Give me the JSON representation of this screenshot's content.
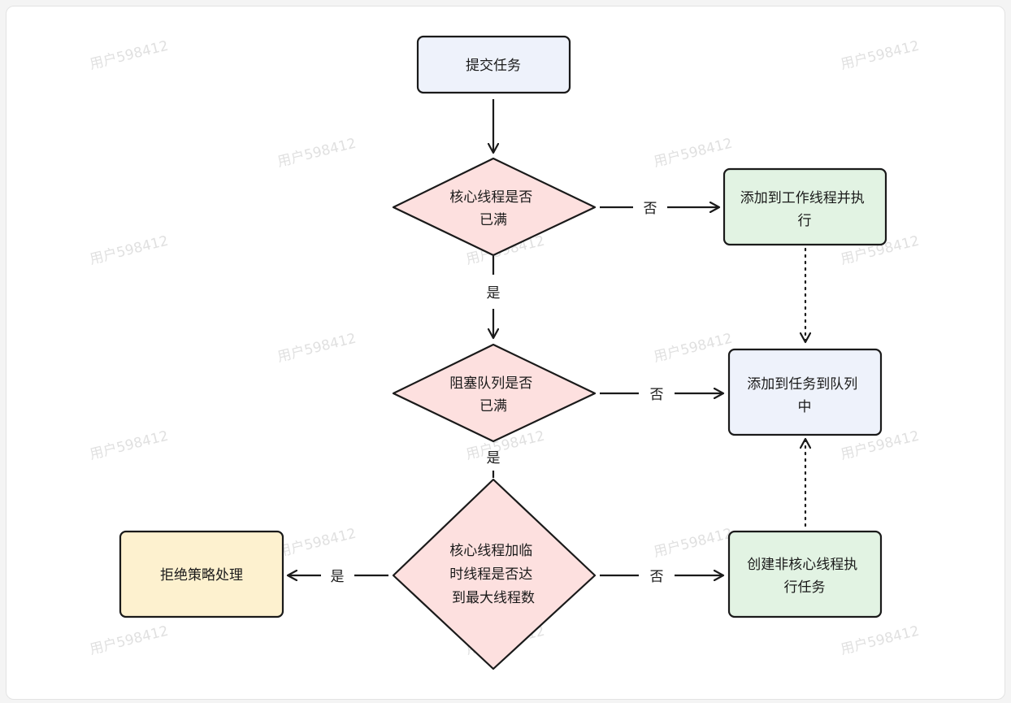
{
  "watermark": "用户598412",
  "nodes": {
    "submit": {
      "lines": [
        "提交任务"
      ],
      "fill": "#eef2fb"
    },
    "core_full": {
      "lines": [
        "核心线程是否",
        "已满"
      ],
      "fill": "#fde0df"
    },
    "add_worker": {
      "lines": [
        "添加到工作线程并执",
        "行"
      ],
      "fill": "#e2f3e3"
    },
    "queue_full": {
      "lines": [
        "阻塞队列是否",
        "已满"
      ],
      "fill": "#fde0df"
    },
    "add_queue": {
      "lines": [
        "添加到任务到队列",
        "中"
      ],
      "fill": "#eef2fb"
    },
    "max_reached": {
      "lines": [
        "核心线程加临",
        "时线程是否达",
        "到最大线程数"
      ],
      "fill": "#fde0df"
    },
    "reject": {
      "lines": [
        "拒绝策略处理"
      ],
      "fill": "#fdf1cf"
    },
    "create_nonc": {
      "lines": [
        "创建非核心线程执",
        "行任务"
      ],
      "fill": "#e2f3e3"
    }
  },
  "edges": {
    "core_no": "否",
    "core_yes": "是",
    "queue_no": "否",
    "queue_yes": "是",
    "max_yes": "是",
    "max_no": "否"
  },
  "colors": {
    "stroke": "#1a1a1a",
    "canvas": "#ffffff"
  }
}
